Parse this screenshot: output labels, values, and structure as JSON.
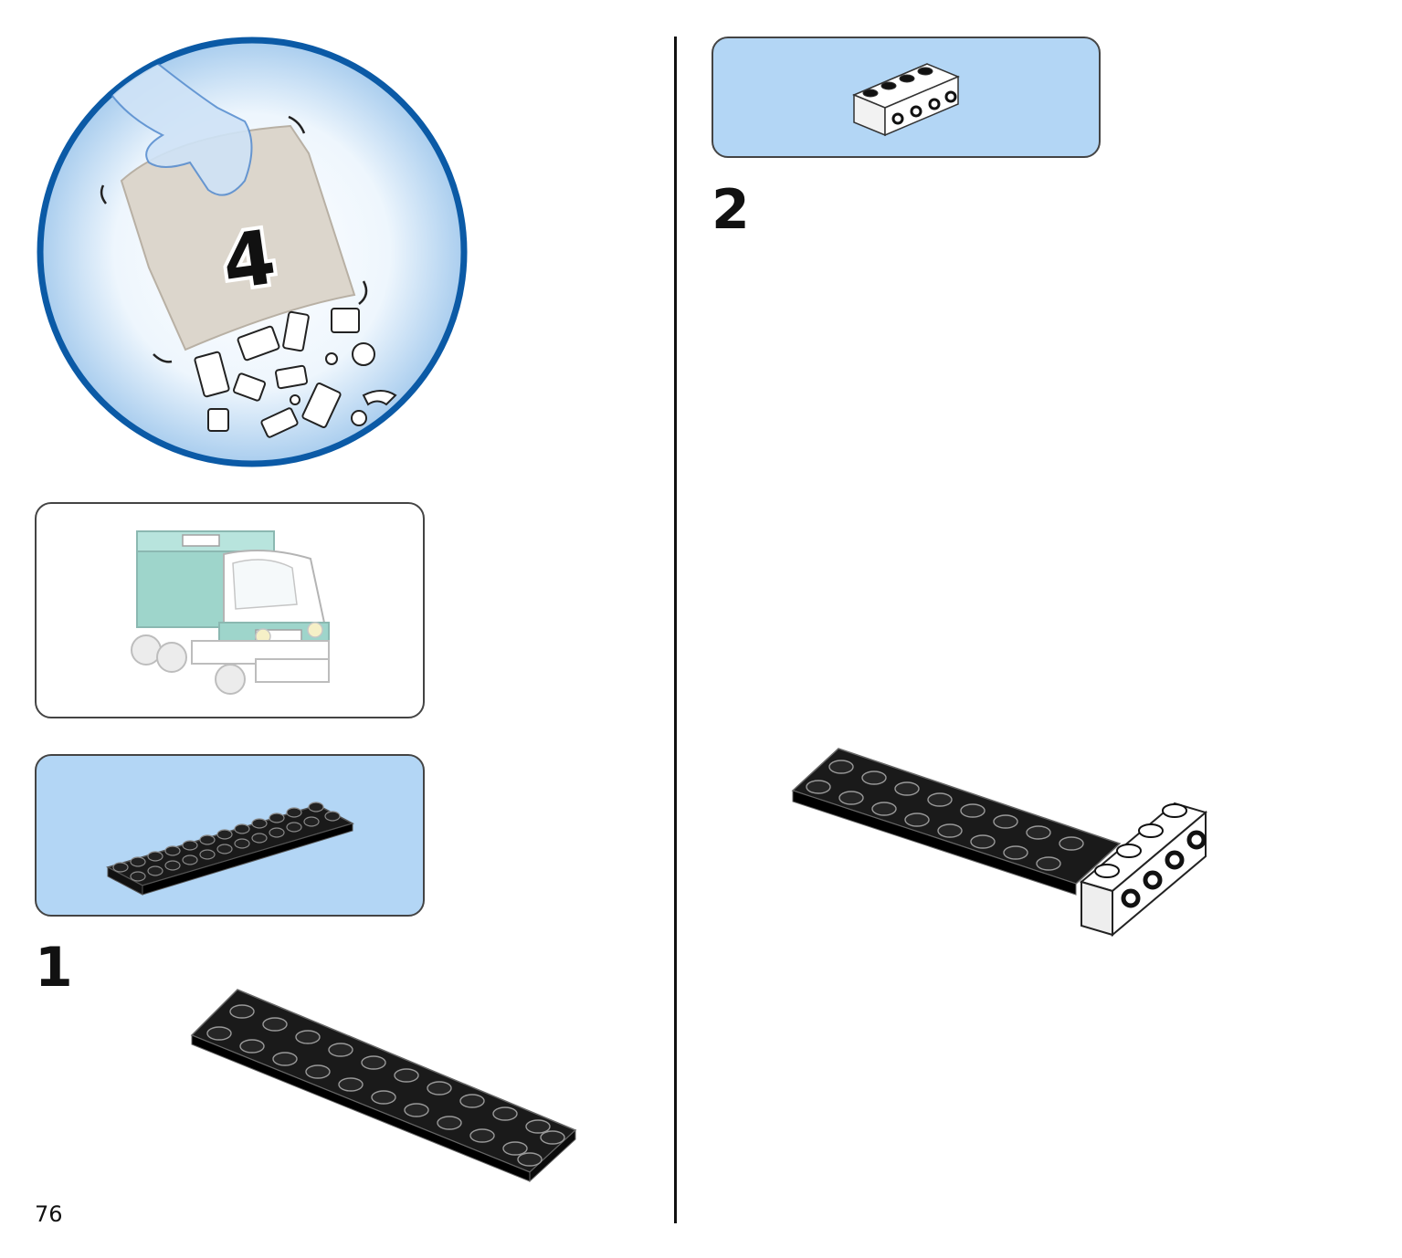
{
  "bag": {
    "number": "4"
  },
  "steps": [
    {
      "number": "1"
    },
    {
      "number": "2"
    }
  ],
  "page": {
    "number": "76"
  },
  "colors": {
    "callout_bg": "#b3d6f5",
    "bubble_ring": "#0b5aa6",
    "brick_black": "#1a1a1a",
    "brick_white": "#ffffff",
    "bag_tan": "#dcd6cc"
  }
}
